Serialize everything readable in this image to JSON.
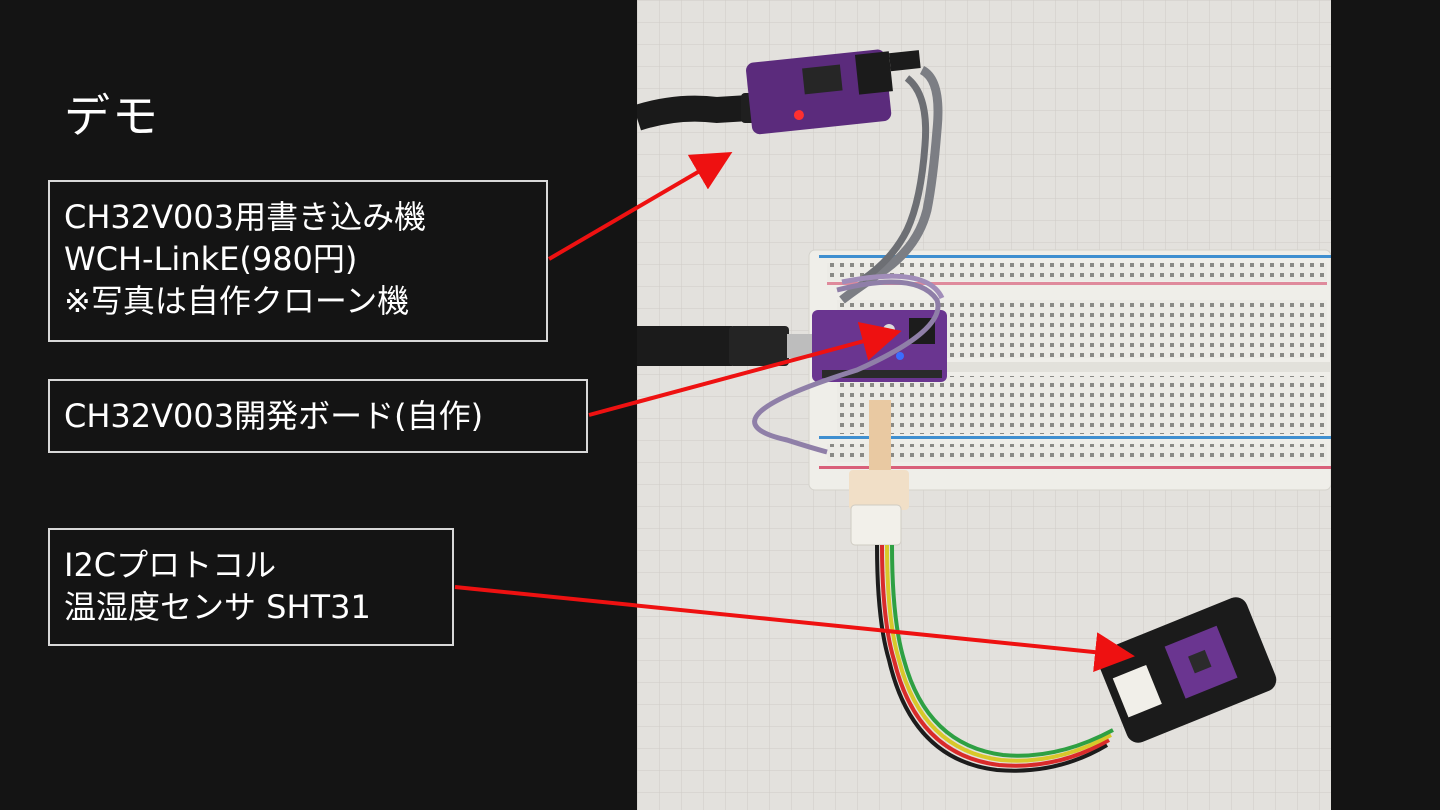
{
  "slide": {
    "title": "デモ",
    "callouts": [
      {
        "lines": [
          "CH32V003用書き込み機",
          "WCH-LinkE(980円)",
          "※写真は自作クローン機"
        ]
      },
      {
        "lines": [
          "CH32V003開発ボード(自作)"
        ]
      },
      {
        "lines": [
          "I2Cプロトコル",
          "温湿度センサ SHT31"
        ]
      }
    ]
  },
  "colors": {
    "background": "#141414",
    "text": "#ffffff",
    "border": "#d8d8d8",
    "arrow": "#ee1111",
    "pcb": "#5a2a7a",
    "paper": "#e2e0dc"
  }
}
